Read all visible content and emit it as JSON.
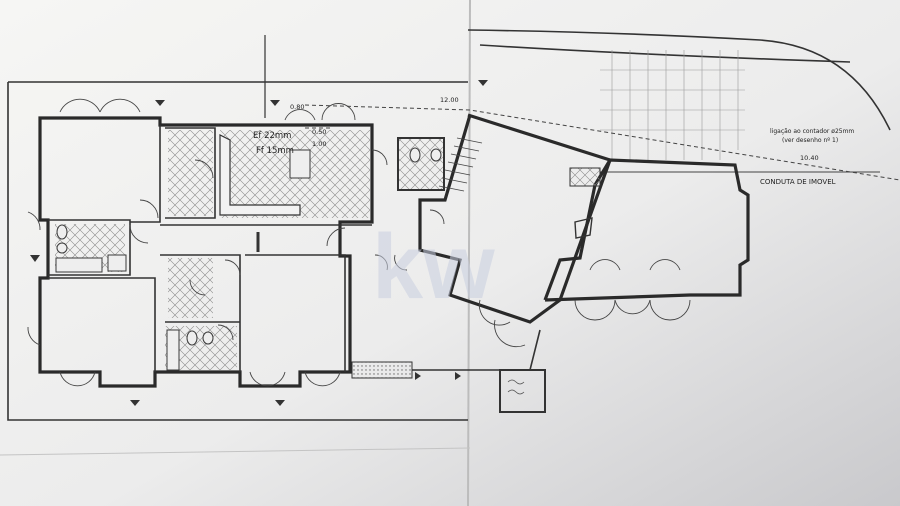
{
  "annotations": {
    "pipe_top_value": "0.80",
    "pipe_left_value": "0.50",
    "pipe_left_value2": "1.00",
    "ef_label": "Ef 22mm",
    "ff_label": "Ff 15mm",
    "dim_top": "12.00",
    "dim_right": "10.40",
    "meter_line1": "ligação ao contador ø25mm",
    "meter_line2": "(ver desenho nº 1)",
    "conduit_label": "CONDUTA DE IMOVEL"
  },
  "watermark": {
    "text": "kw"
  },
  "colors": {
    "paper": "#f4f4f2",
    "paper_shadow": "#d2d2d4",
    "line": "#2a2a2a",
    "hatch": "#8a8a8a",
    "watermark": "#c9cfe0"
  }
}
